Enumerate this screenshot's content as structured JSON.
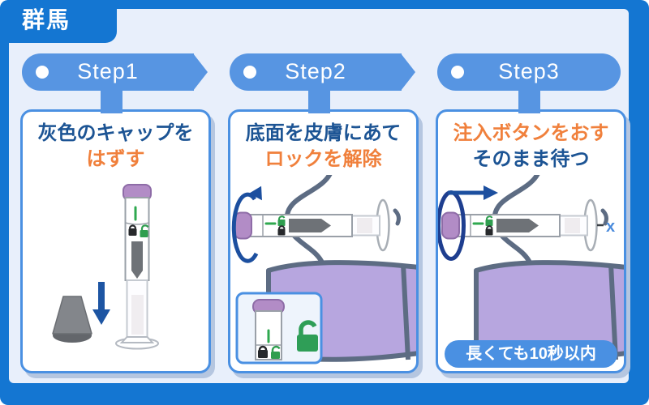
{
  "title": "群馬",
  "colors": {
    "frame_blue": "#1476d2",
    "panel_bg": "#e8effb",
    "banner_blue": "#5795e2",
    "card_border_blue": "#4a90e2",
    "heading_blue": "#1c5494",
    "heading_orange": "#f0803c",
    "device_cap_purple": "#b28cc6",
    "skin_purple": "#b7a6df",
    "lock_green": "#2f9e4f",
    "note_badge_blue": "#4a90e2"
  },
  "steps": [
    {
      "label": "Step1",
      "heading_line1": "灰色のキャップを",
      "heading_line2": "はずす"
    },
    {
      "label": "Step2",
      "heading_line1": "底面を皮膚にあて",
      "heading_line2": "ロックを解除"
    },
    {
      "label": "Step3",
      "heading_line1": "注入ボタンをおす",
      "heading_line2": "そのまま待つ",
      "injection_mark": "x",
      "note": "長くても10秒以内"
    }
  ]
}
